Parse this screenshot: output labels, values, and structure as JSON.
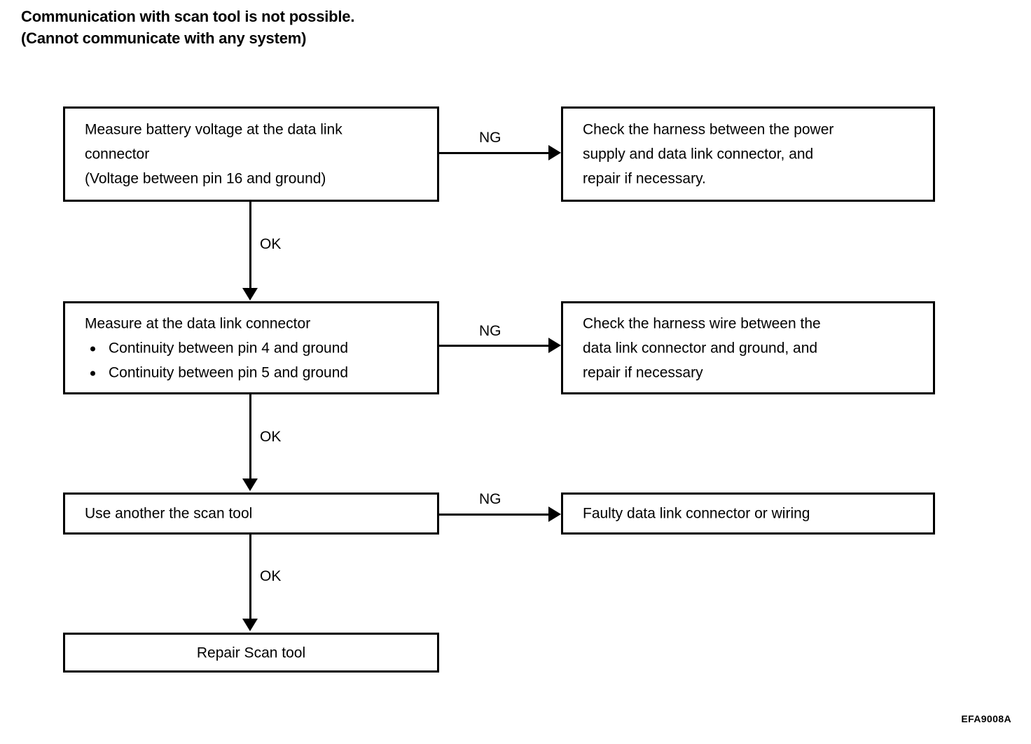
{
  "title": {
    "line1": "Communication with scan tool is not possible.",
    "line2": "(Cannot communicate with any system)"
  },
  "boxes": {
    "step1": {
      "line1": "Measure battery voltage at the data link",
      "line2": "connector",
      "line3": "(Voltage between pin 16 and ground)"
    },
    "step1_ng": {
      "line1": "Check the harness between the power",
      "line2": "supply and data link connector, and",
      "line3": "repair if necessary."
    },
    "step2": {
      "heading": "Measure at the data link connector",
      "bullet1": "Continuity between pin 4 and ground",
      "bullet2": "Continuity between pin 5 and ground"
    },
    "step2_ng": {
      "line1": "Check the harness wire between the",
      "line2": "data link connector and ground, and",
      "line3": "repair if necessary"
    },
    "step3": {
      "line1": "Use another the scan tool"
    },
    "step3_ng": {
      "line1": "Faulty data link connector or wiring"
    },
    "step4": {
      "line1": "Repair Scan tool"
    }
  },
  "edges": {
    "ng1": "NG",
    "ng2": "NG",
    "ng3": "NG",
    "ok1": "OK",
    "ok2": "OK",
    "ok3": "OK"
  },
  "figure_code": "EFA9008A",
  "colors": {
    "ink": "#000000",
    "paper": "#ffffff"
  }
}
